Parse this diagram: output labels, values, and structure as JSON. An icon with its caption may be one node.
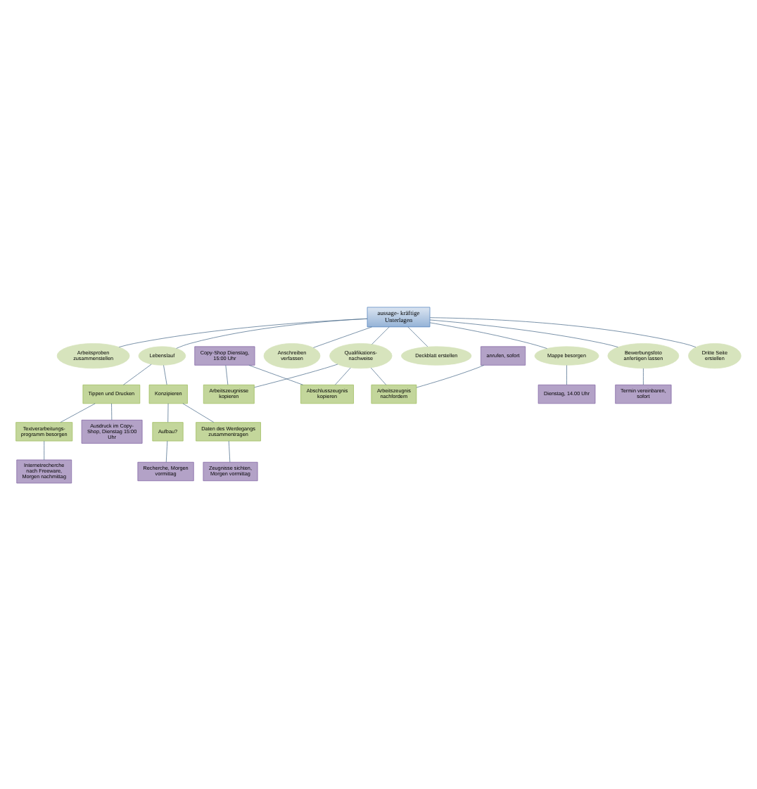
{
  "diagram": {
    "nodes": [
      {
        "text": [
          "Copy-Shop Dienstag, 15:00 Uhr"
        ]
      },
      {
        "text": [
          "anrufen, sofort"
        ]
      },
      {
        "text": [
          "Arbeitszeugnis nachfordern"
        ]
      },
      {
        "text": [
          "Arbeitszeugnisse kopieren"
        ]
      },
      {
        "text": [
          "Abschlusszeugnis kopieren"
        ]
      },
      {
        "text": [
          "Qualifikations- nachweise"
        ]
      },
      {
        "text": [
          "Anschreiben verfassen"
        ]
      },
      {
        "text": [
          "aussage- kräftige Unterlagen"
        ]
      },
      {
        "text": [
          "Deckblatt erstellen"
        ]
      },
      {
        "text": [
          "Dritte Seite erstellen"
        ]
      },
      {
        "text": [
          "Arbeitsproben zusammenstellen"
        ]
      },
      {
        "text": [
          "Bewerbungsfoto anfertigen lassen"
        ]
      },
      {
        "text": [
          "Lebenslauf"
        ]
      },
      {
        "text": [
          "Mappe besorgen"
        ]
      },
      {
        "text": [
          "Termin vereinbaren, sofort"
        ]
      },
      {
        "text": [
          "Dienstag, 14.00 Uhr"
        ]
      },
      {
        "text": [
          "Konzipieren"
        ]
      },
      {
        "text": [
          "Tippen und Drucken"
        ]
      },
      {
        "text": [
          "Aufbau?"
        ]
      },
      {
        "text": [
          "Daten des Werdegangs zusammentragen"
        ]
      },
      {
        "text": [
          "Textverarbeitungs- programm besorgen"
        ]
      },
      {
        "text": [
          "Ausdruck im Copy-Shop, Dienstag 15:00 Uhr"
        ]
      },
      {
        "text": [
          "Recherche, Morgen vormittag"
        ]
      },
      {
        "text": [
          "Zeugnisse sichten, Morgen vormittag"
        ]
      },
      {
        "text": [
          "Internetrecherche nach Freeware, Morgen nachmittag"
        ]
      }
    ],
    "edges": [
      {
        "from": 0,
        "to": 3,
        "arrow": "none"
      },
      {
        "from": 0,
        "to": 4,
        "arrow": "none"
      },
      {
        "from": 1,
        "to": 2,
        "arrow": "none"
      },
      {
        "from": 5,
        "to": 2,
        "arrow": "none"
      },
      {
        "from": 5,
        "to": 3,
        "arrow": "none"
      },
      {
        "from": 5,
        "to": 4,
        "arrow": "none"
      },
      {
        "from": 7,
        "to": 5,
        "arrow": "none"
      },
      {
        "from": 7,
        "to": 6,
        "arrow": "none"
      },
      {
        "from": 7,
        "to": 8,
        "arrow": "none"
      },
      {
        "from": 7,
        "to": 9,
        "arrow": "none"
      },
      {
        "from": 7,
        "to": 10,
        "arrow": "none"
      },
      {
        "from": 7,
        "to": 11,
        "arrow": "none"
      },
      {
        "from": 7,
        "to": 12,
        "arrow": "none"
      },
      {
        "from": 7,
        "to": 13,
        "arrow": "none"
      },
      {
        "from": 11,
        "to": 14,
        "arrow": "none"
      },
      {
        "from": 13,
        "to": 15,
        "arrow": "none"
      },
      {
        "from": 12,
        "to": 16,
        "arrow": "none"
      },
      {
        "from": 12,
        "to": 17,
        "arrow": "none"
      },
      {
        "from": 16,
        "to": 18,
        "arrow": "none"
      },
      {
        "from": 16,
        "to": 19,
        "arrow": "none"
      },
      {
        "from": 17,
        "to": 20,
        "arrow": "none"
      },
      {
        "from": 17,
        "to": 21,
        "arrow": "none"
      },
      {
        "from": 18,
        "to": 22,
        "arrow": "none"
      },
      {
        "from": 19,
        "to": 23,
        "arrow": "none"
      },
      {
        "from": 20,
        "to": 24,
        "arrow": "none"
      }
    ]
  }
}
